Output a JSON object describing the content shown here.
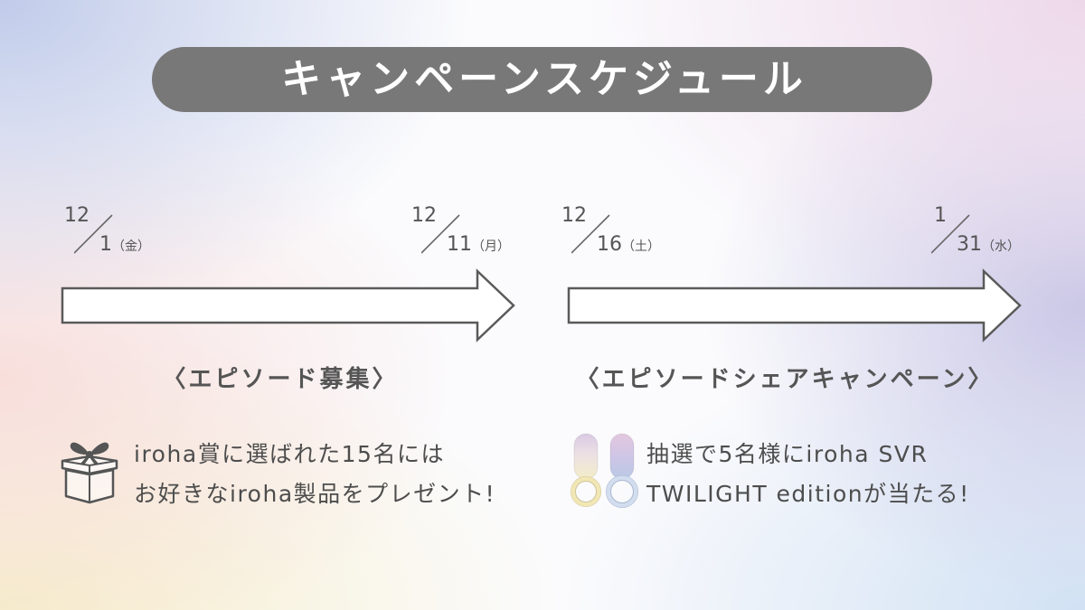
{
  "title": "キャンペーンスケジュール",
  "phases": [
    {
      "start": {
        "month": "12",
        "day": "1",
        "weekday": "（金）"
      },
      "end": {
        "month": "12",
        "day": "11",
        "weekday": "（月）"
      },
      "label": "〈エピソード募集〉",
      "icon": "gift-box-icon",
      "note_lines": [
        "iroha賞に選ばれた15名には",
        "お好きなiroha製品をプレゼント!"
      ]
    },
    {
      "start": {
        "month": "12",
        "day": "16",
        "weekday": "（土）"
      },
      "end": {
        "month": "1",
        "day": "31",
        "weekday": "（水）"
      },
      "label": "〈エピソードシェアキャンペーン〉",
      "icon": "iroha-svr-product-icon",
      "note_lines": [
        "抽選で5名様にiroha SVR",
        "TWILIGHT editionが当たる!"
      ]
    }
  ],
  "colors": {
    "title_pill": "#787878",
    "title_text": "#ffffff",
    "text": "#555555",
    "arrow_outline": "#5a5a5a",
    "arrow_fill": "#ffffff"
  }
}
